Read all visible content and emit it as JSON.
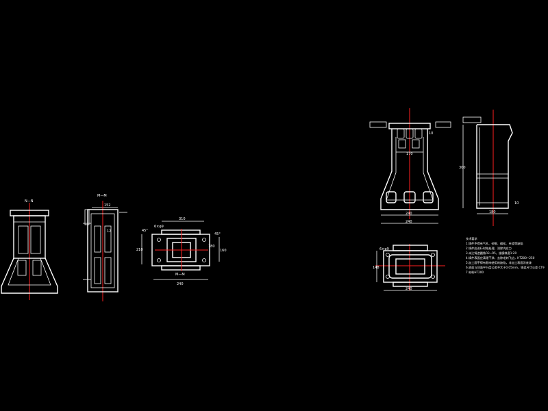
{
  "left_sheet": {
    "view1_label": "N—N",
    "view2_label": "M—M",
    "view2_dim_top": "152",
    "view2_dim_side": "12",
    "view3_dim_top": "310",
    "view3_dim_side_left": "210",
    "view3_dim_side_right": "160",
    "view3_dim_side_right2": "180",
    "view3_dim_bottom": "240",
    "view3_section_label": "M—M",
    "view3_angle_left": "45°",
    "view3_angle_right": "45°",
    "view3_leader": "6×φ9"
  },
  "right_sheet": {
    "front_dim_width1": "240",
    "front_dim_width2": "240",
    "front_dim_inner": "170",
    "front_dim_height": "10",
    "side_dim_height": "300",
    "side_dim_width": "180",
    "side_dim_small": "10",
    "plan_dim_width": "240",
    "plan_dim_height": "148",
    "plan_leader": "6×φ9",
    "notes": [
      "技术要求",
      "1.铸件不得有气孔、砂眼、缩松、夹渣等缺陷",
      "2.铸件应进行时效处理，消除内应力",
      "3.未注铸造圆角R3~R5，拔模斜度1:20",
      "4.铸件表面应清理干净，去除毛刺飞边，HT200~250",
      "5.加工面不得有影响使用的缺陷，非加工表面涂底漆",
      "6.底面与顶面平行度公差不大于0.05mm，铸造尺寸公差 CT9",
      "7.材料HT200"
    ]
  }
}
